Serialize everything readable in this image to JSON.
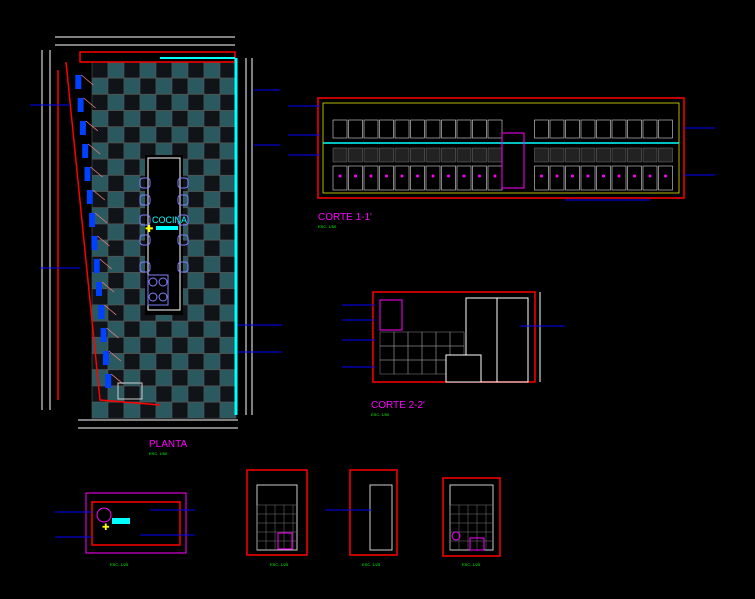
{
  "drawing": {
    "plan_title": "PLANTA",
    "plan_scale": "ESC. 1/50",
    "room_label": "COCINA",
    "section1_title": "CORTE 1-1'",
    "section1_scale": "ESC. 1/50",
    "section2_title": "CORTE 2-2'",
    "section2_scale": "ESC. 1/50",
    "detail_scales": [
      "ESC. 1/25",
      "ESC. 1/25",
      "ESC. 1/25",
      "ESC. 1/25"
    ]
  },
  "colors": {
    "background": "#000000",
    "wall": "#ff0000",
    "title": "#ff00ff",
    "scale": "#00ff00",
    "annotation": "#0000ff",
    "furniture": "#8080ff",
    "glass": "#00ffff",
    "dimension": "#ffffff"
  }
}
